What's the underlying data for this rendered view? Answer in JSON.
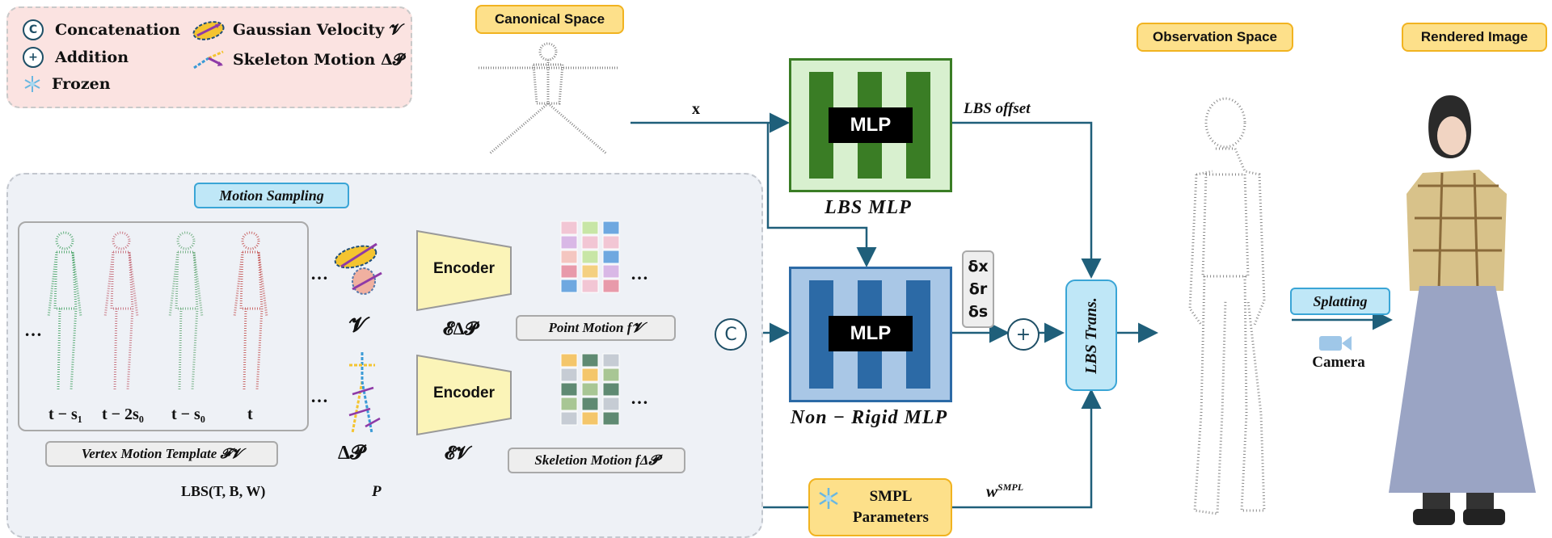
{
  "legend": {
    "concatenation": "Concatenation",
    "addition": "Addition",
    "frozen": "Frozen",
    "gaussian_velocity": "Gaussian Velocity 𝓥",
    "skeleton_motion": "Skeleton Motion Δ𝓟",
    "concat_symbol": "C",
    "add_symbol": "+"
  },
  "canonical_space": "Canonical Space",
  "observation_space": "Observation Space",
  "rendered_image": "Rendered Image",
  "x_label": "x",
  "lbs_offset": "LBS offset",
  "lbs_mlp": {
    "inner": "MLP",
    "caption": "LBS MLP"
  },
  "nonrigid_mlp": {
    "inner": "MLP",
    "caption": "Non − Rigid MLP"
  },
  "deltas": [
    "δx",
    "δr",
    "δs"
  ],
  "lbs_trans": "LBS Trans.",
  "splatting": "Splatting",
  "camera": "Camera",
  "smpl": {
    "line1": "SMPL",
    "line2": "Parameters"
  },
  "w_smpl": "w",
  "w_smpl_sup": "SMPL",
  "motion_sampling": "Motion Sampling",
  "time_labels": [
    "t − s₁",
    "t − 2s₀",
    "t − s₀",
    "t"
  ],
  "ellipsis": "…",
  "vertex_motion_template": "Vertex Motion Template 𝓕𝓥",
  "encoder_top": {
    "label": "Encoder",
    "symbol": "𝓔Δ𝓟"
  },
  "encoder_bottom": {
    "label": "Encoder",
    "symbol": "𝓔𝓥"
  },
  "v_symbol": "𝓥",
  "dp_symbol": "Δ𝓟",
  "point_motion": "Point Motion f𝓥",
  "skeleton_motion_feat": "Skeletion Motion fΔ𝓟",
  "lbs_formula": "LBS(T, B, W)",
  "p_label": "P",
  "concat_symbol": "C",
  "add_symbol": "+",
  "colors": {
    "arrow": "#1f5f7a",
    "lbs_green": "#3a7d25",
    "lbs_green_bg": "#d8f0cf",
    "nr_blue": "#2c6aa6",
    "nr_blue_bg": "#a9c7e6",
    "yellow": "#fde08a",
    "light_blue": "#bfe7f7"
  }
}
